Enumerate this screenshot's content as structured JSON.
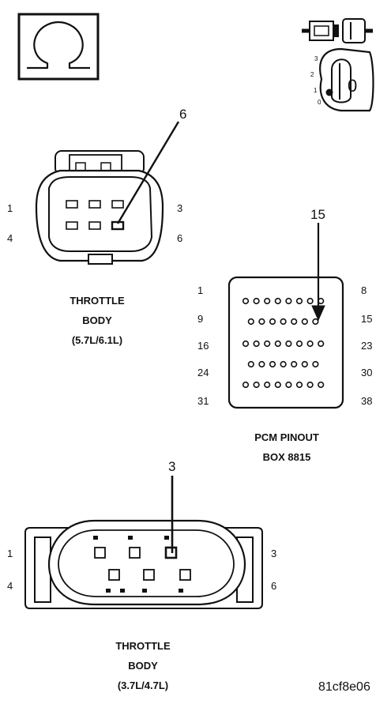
{
  "symbols": {
    "ohm_meter": {
      "icon": "ohm-symbol-icon"
    },
    "connector_test": {
      "icon": "connector-disconnected-icon"
    },
    "ignition": {
      "icon": "ignition-key-icon",
      "positions": [
        "3",
        "2",
        "1",
        "0"
      ],
      "key_position": "0"
    }
  },
  "throttle_body_57": {
    "callout": "6",
    "pin_labels": {
      "top_left": "1",
      "top_right": "3",
      "bottom_left": "4",
      "bottom_right": "6"
    },
    "caption": [
      "THROTTLE",
      "BODY",
      "(5.7L/6.1L)"
    ]
  },
  "pcm": {
    "callout": "15",
    "row_labels_left": [
      "1",
      "9",
      "16",
      "24",
      "31"
    ],
    "row_labels_right": [
      "8",
      "15",
      "23",
      "30",
      "38"
    ],
    "row_pin_counts": [
      8,
      7,
      8,
      7,
      8
    ],
    "caption": [
      "PCM PINOUT",
      "BOX 8815"
    ]
  },
  "throttle_body_37": {
    "callout": "3",
    "pin_labels": {
      "top_left": "1",
      "top_right": "3",
      "bottom_left": "4",
      "bottom_right": "6"
    },
    "caption": [
      "THROTTLE",
      "BODY",
      "(3.7L/4.7L)"
    ]
  },
  "figure_code": "81cf8e06"
}
